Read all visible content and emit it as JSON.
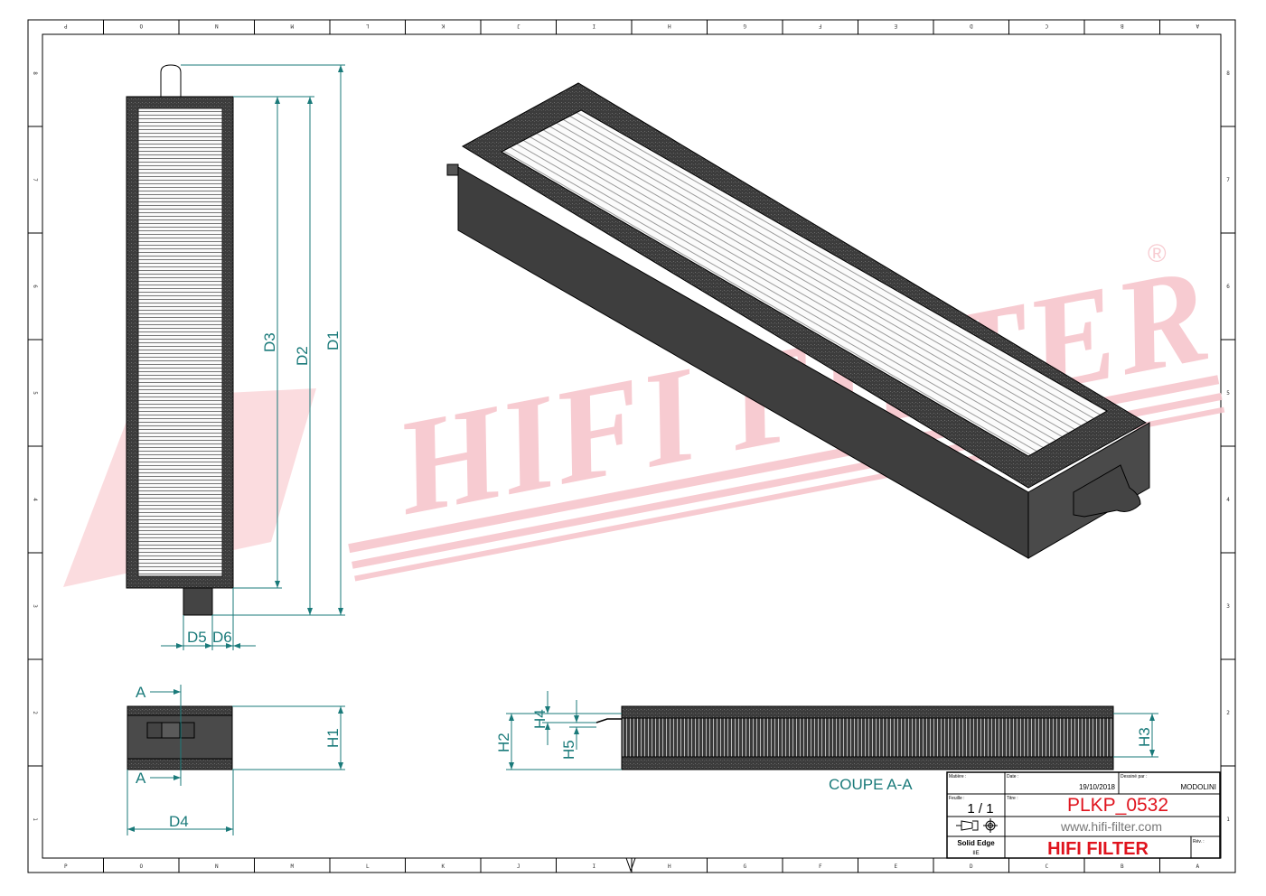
{
  "sheet": {
    "top_zone_letters": [
      "P",
      "O",
      "N",
      "M",
      "L",
      "K",
      "J",
      "I",
      "H",
      "G",
      "F",
      "E",
      "D",
      "C",
      "B",
      "A"
    ],
    "bottom_zone_letters": [
      "P",
      "O",
      "N",
      "M",
      "L",
      "K",
      "J",
      "I",
      "H",
      "G",
      "F",
      "E",
      "D",
      "C",
      "B",
      "A"
    ],
    "side_zone_numbers": [
      "8",
      "7",
      "6",
      "5",
      "4",
      "3",
      "2",
      "1"
    ]
  },
  "watermark": {
    "text": "HIFI FILTER",
    "mark": "®",
    "color": "#f7c6cc"
  },
  "dimensions": {
    "d1": "D1",
    "d2": "D2",
    "d3": "D3",
    "d4": "D4",
    "d5": "D5",
    "d6": "D6",
    "h1": "H1",
    "h2": "H2",
    "h3": "H3",
    "h4": "H4",
    "h5": "H5",
    "section_mark": "A",
    "section_title": "COUPE A-A",
    "color": "#1a7a7a"
  },
  "title_block": {
    "material_label": "Matière :",
    "date_label": "Date :",
    "date": "19/10/2018",
    "drawn_by_label": "Dessiné par :",
    "drawn_by": "MODOLINI",
    "sheet_label": "Feuille :",
    "sheet": "1 / 1",
    "title_label": "Titre :",
    "title": "PLKP_0532",
    "website": "www.hifi-filter.com",
    "software": "Solid Edge",
    "software_sub": "IIE",
    "company": "HIFI FILTER",
    "rev_label": "Rév. :",
    "accent": "#e0141e"
  }
}
